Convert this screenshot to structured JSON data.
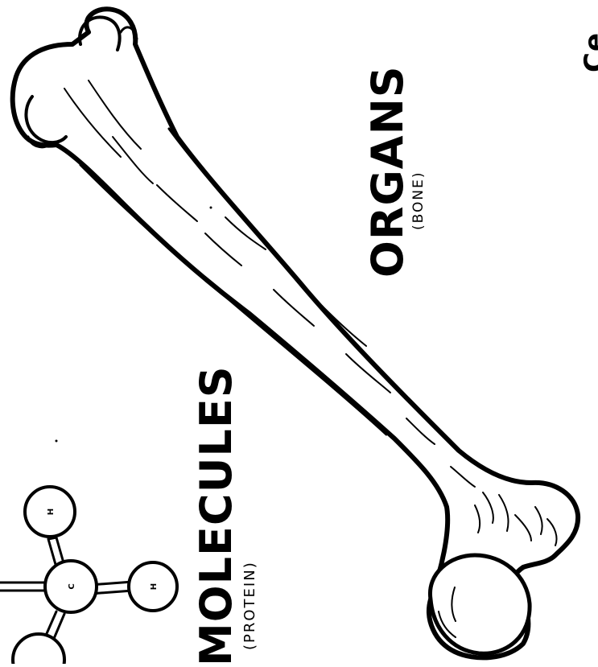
{
  "labels": {
    "organs": {
      "title": "ORGANS",
      "subtitle": "(BONE)"
    },
    "molecules": {
      "title": "MOLECULES",
      "subtitle": "(PROTEIN)"
    },
    "corner": "Ce"
  },
  "molecule_atoms": {
    "carbon": "C",
    "hydrogen": "H"
  },
  "colors": {
    "ink": "#000000",
    "paper": "#ffffff"
  }
}
